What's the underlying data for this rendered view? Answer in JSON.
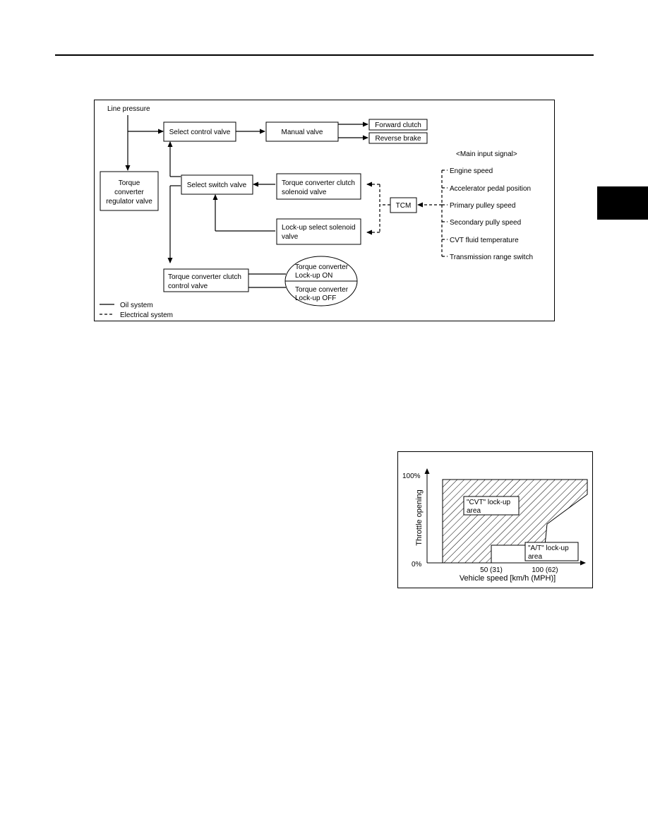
{
  "diagram": {
    "line_pressure": "Line pressure",
    "select_control_valve": "Select control valve",
    "manual_valve": "Manual valve",
    "forward_clutch": "Forward clutch",
    "reverse_brake": "Reverse brake",
    "regulator_valve": [
      "Torque",
      "converter",
      "regulator valve"
    ],
    "select_switch_valve": "Select switch valve",
    "tcc_solenoid_valve": [
      "Torque converter clutch",
      "solenoid valve"
    ],
    "lockup_select_solenoid": [
      "Lock-up select solenoid",
      "valve"
    ],
    "tcm": "TCM",
    "tcc_control_valve": [
      "Torque converter clutch",
      "control valve"
    ],
    "lockup_on": [
      "Torque converter",
      "Lock-up ON"
    ],
    "lockup_off": [
      "Torque converter",
      "Lock-up OFF"
    ],
    "main_input_header": "<Main input signal>",
    "inputs": [
      "Engine speed",
      "Accelerator pedal position",
      "Primary pulley speed",
      "Secondary pully speed",
      "CVT fluid temperature",
      "Transmission range switch"
    ],
    "legend": {
      "oil": "Oil system",
      "electrical": "Electrical system"
    }
  },
  "lockup_chart": {
    "y_label": "Throttle opening",
    "y_top": "100%",
    "y_bottom": "0%",
    "x_label": "Vehicle speed [km/h (MPH)]",
    "x_ticks": [
      "50 (31)",
      "100 (62)"
    ],
    "cvt_area": [
      "\"CVT\" lock-up",
      "area"
    ],
    "at_area": [
      "\"A/T\" lock-up",
      "area"
    ]
  }
}
